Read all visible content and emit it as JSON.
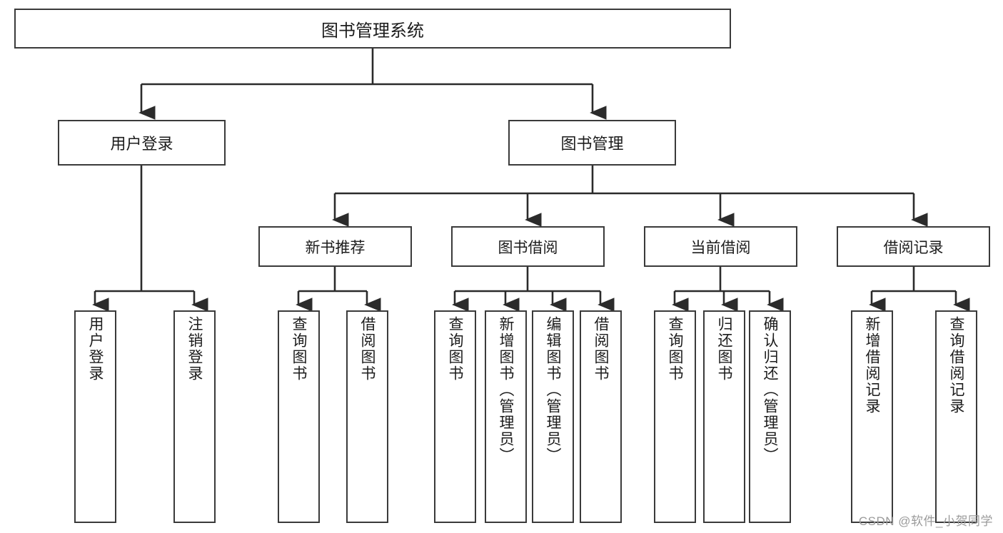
{
  "diagram": {
    "title": "图书管理系统",
    "type": "tree",
    "watermark": "CSDN @软件_小贺同学",
    "colors": {
      "box_border": "#3a3a3a",
      "box_fill": "#ffffff",
      "connector": "#2b2b2b",
      "text": "#1c1c1c",
      "watermark": "#9b9b9b"
    },
    "root": {
      "label": "图书管理系统"
    },
    "level1": [
      {
        "label": "用户登录"
      },
      {
        "label": "图书管理"
      }
    ],
    "level2": [
      {
        "label": "新书推荐"
      },
      {
        "label": "图书借阅"
      },
      {
        "label": "当前借阅"
      },
      {
        "label": "借阅记录"
      }
    ],
    "leaves": {
      "user_login": [
        {
          "label": "用户登录"
        },
        {
          "label": "注销登录"
        }
      ],
      "new_book_recommend": [
        {
          "label": "查询图书"
        },
        {
          "label": "借阅图书"
        }
      ],
      "book_borrow": [
        {
          "label": "查询图书"
        },
        {
          "label": "新增图书（管理员）"
        },
        {
          "label": "编辑图书（管理员）"
        },
        {
          "label": "借阅图书"
        }
      ],
      "current_borrow": [
        {
          "label": "查询图书"
        },
        {
          "label": "归还图书"
        },
        {
          "label": "确认归还（管理员）"
        }
      ],
      "borrow_record": [
        {
          "label": "新增借阅记录"
        },
        {
          "label": "查询借阅记录"
        }
      ]
    }
  }
}
